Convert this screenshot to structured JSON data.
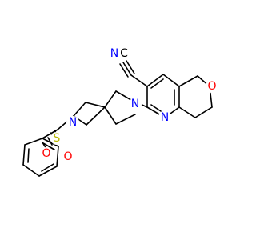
{
  "molecule": {
    "bond_color": "#000000",
    "atom_colors": {
      "N": "#0000ff",
      "O": "#ff0000",
      "S": "#b8b800",
      "C": "#000000"
    },
    "atoms": [
      {
        "id": "C_nitrile",
        "label": "C",
        "element": "C"
      },
      {
        "id": "N_nitrile",
        "label": "N",
        "element": "N"
      },
      {
        "id": "N_pyrrolidine_top",
        "label": "N",
        "element": "N"
      },
      {
        "id": "N_pyrrolidine_bottom",
        "label": "N",
        "element": "N"
      },
      {
        "id": "N_pyridine",
        "label": "N",
        "element": "N"
      },
      {
        "id": "O_pyran",
        "label": "O",
        "element": "O"
      },
      {
        "id": "S_sulfonyl",
        "label": "S",
        "element": "S"
      },
      {
        "id": "O_sulfonyl_top",
        "label": "O",
        "element": "O"
      },
      {
        "id": "O_sulfonyl_bottom",
        "label": "O",
        "element": "O"
      }
    ]
  }
}
